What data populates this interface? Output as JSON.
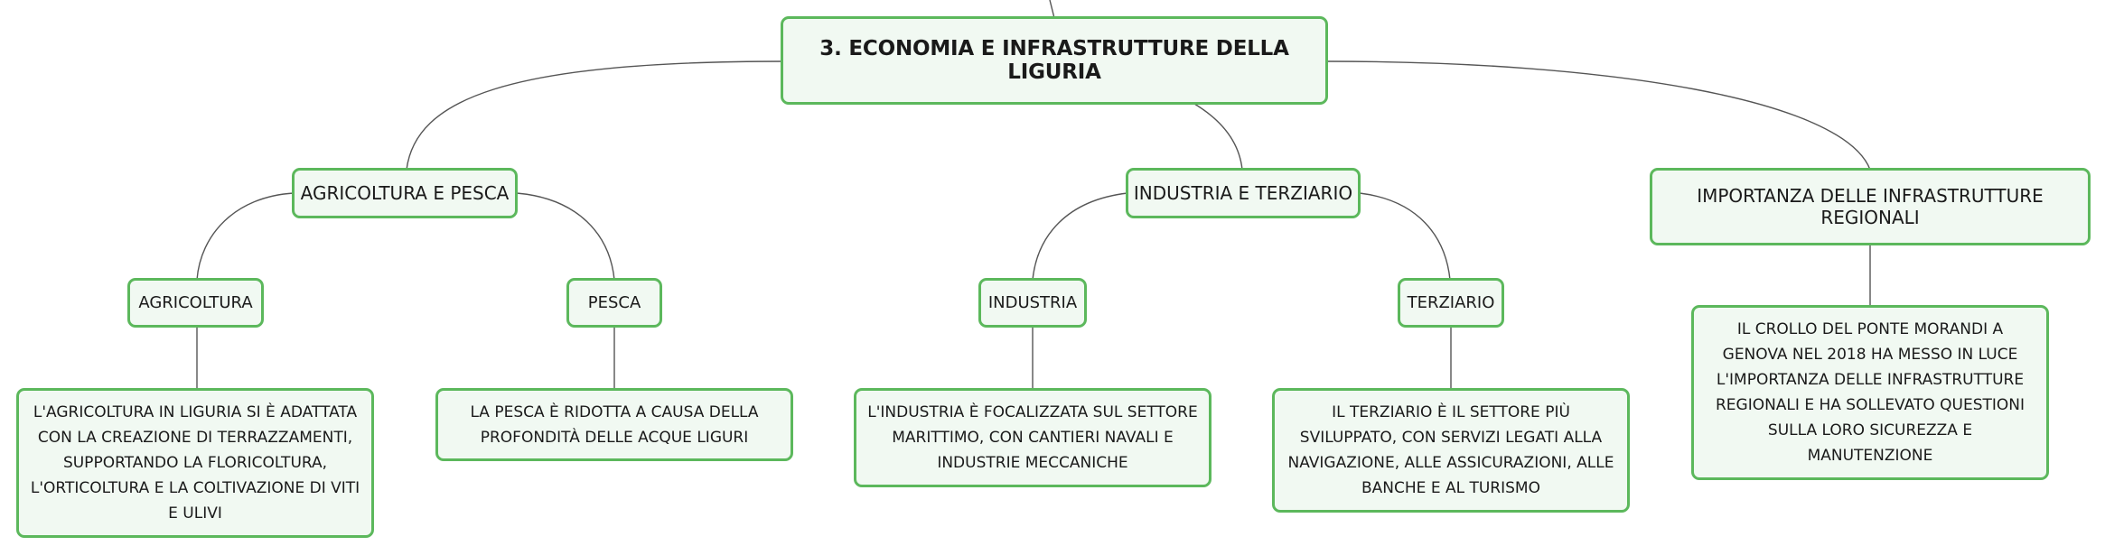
{
  "root": {
    "label": "3. ECONOMIA E INFRASTRUTTURE DELLA LIGURIA"
  },
  "branches": {
    "agricoltura_pesca": {
      "label": "AGRICOLTURA E PESCA",
      "agricoltura": {
        "label": "AGRICOLTURA",
        "text": "L'AGRICOLTURA IN LIGURIA SI È ADATTATA CON LA CREAZIONE DI TERRAZZAMENTI, SUPPORTANDO LA FLORICOLTURA, L'ORTICOLTURA E LA COLTIVAZIONE DI VITI E ULIVI"
      },
      "pesca": {
        "label": "PESCA",
        "text": "LA PESCA È RIDOTTA A CAUSA DELLA PROFONDITÀ DELLE ACQUE LIGURI"
      }
    },
    "industria_terziario": {
      "label": "INDUSTRIA E TERZIARIO",
      "industria": {
        "label": "INDUSTRIA",
        "text": "L'INDUSTRIA È FOCALIZZATA SUL SETTORE MARITTIMO, CON CANTIERI NAVALI E INDUSTRIE MECCANICHE"
      },
      "terziario": {
        "label": "TERZIARIO",
        "text": "IL TERZIARIO È IL SETTORE PIÙ SVILUPPATO, CON SERVIZI LEGATI ALLA NAVIGAZIONE, ALLE ASSICURAZIONI, ALLE BANCHE E AL TURISMO"
      }
    },
    "infrastrutture": {
      "label": "IMPORTANZA DELLE INFRASTRUTTURE REGIONALI",
      "text": "IL CROLLO DEL PONTE MORANDI A GENOVA NEL 2018 HA MESSO IN LUCE L'IMPORTANZA DELLE INFRASTRUTTURE REGIONALI E HA SOLLEVATO QUESTIONI SULLA LORO SICUREZZA E MANUTENZIONE"
    }
  },
  "colors": {
    "node_border": "#5cb85c",
    "node_fill": "#f1f9f2",
    "connector": "#555555"
  }
}
